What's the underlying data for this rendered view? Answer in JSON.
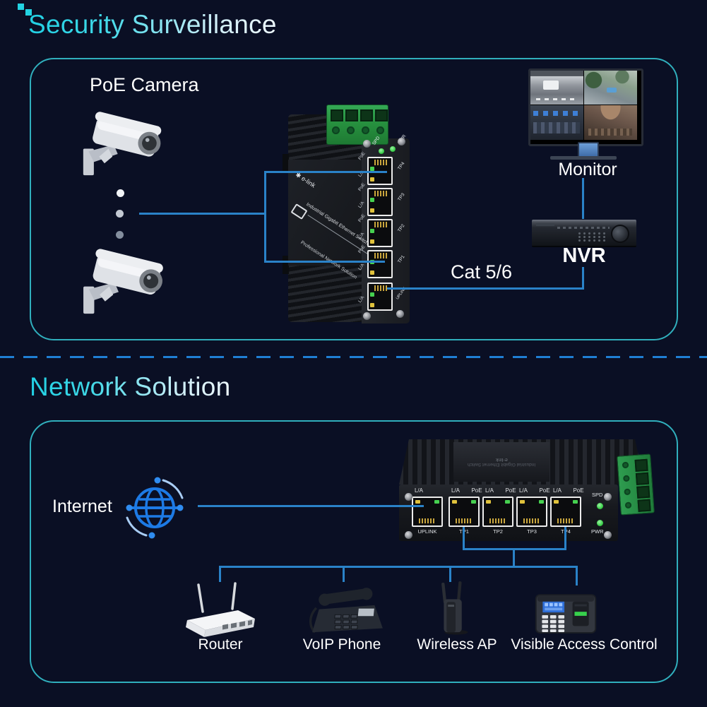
{
  "colors": {
    "background": "#0a0f24",
    "accent_cyan": "#23d3e2",
    "box_border": "#34c1ce",
    "line_blue": "#2a82c8",
    "led_green": "#46d150",
    "led_yellow": "#e0c23c",
    "terminal_green": "#2a9549"
  },
  "security_section": {
    "title": "Security Surveillance",
    "camera_group_label": "PoE Camera",
    "cable_label": "Cat 5/6",
    "monitor_label": "Monitor",
    "nvr_label": "NVR",
    "switch": {
      "brand": "e-link",
      "tagline1": "Industrial Gigabit Ethernet Switch",
      "tagline2": "Professional Network Solution",
      "led_spd": "SPD",
      "led_pwr": "PWR",
      "ports": [
        {
          "name": "TP4",
          "poe": "PoE",
          "la": "L/A"
        },
        {
          "name": "TP3",
          "poe": "PoE",
          "la": "L/A"
        },
        {
          "name": "TP2",
          "poe": "PoE",
          "la": "L/A"
        },
        {
          "name": "TP1",
          "poe": "PoE",
          "la": "L/A"
        },
        {
          "name": "UPLINK",
          "poe": "",
          "la": "L/A"
        }
      ]
    }
  },
  "network_section": {
    "title": "Network Solution",
    "internet_label": "Internet",
    "switch": {
      "brand": "e-link",
      "top_text": "Industrial Gigabit Ethernet Switch",
      "led_spd": "SPD",
      "led_pwr": "PWR",
      "ports": [
        {
          "name": "UPLINK",
          "la": "L/A",
          "poe": ""
        },
        {
          "name": "TP1",
          "la": "L/A",
          "poe": "PoE"
        },
        {
          "name": "TP2",
          "la": "L/A",
          "poe": "PoE"
        },
        {
          "name": "TP3",
          "la": "L/A",
          "poe": "PoE"
        },
        {
          "name": "TP4",
          "la": "L/A",
          "poe": "PoE"
        }
      ]
    },
    "device_labels": {
      "router": "Router",
      "voip": "VoIP Phone",
      "ap": "Wireless AP",
      "access": "Visible Access Control"
    }
  }
}
